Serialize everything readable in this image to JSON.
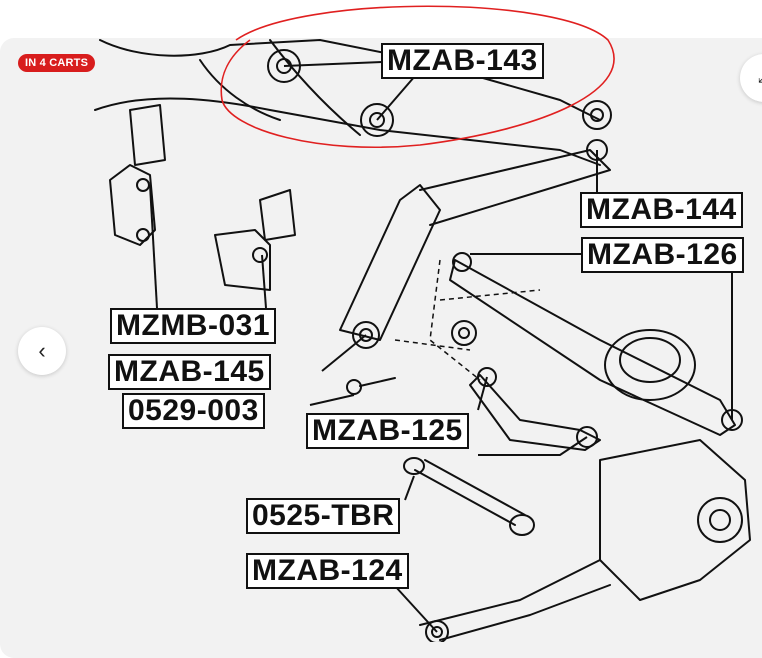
{
  "badge": {
    "text": "IN 4 CARTS"
  },
  "nav": {
    "prev_glyph": "‹",
    "expand_glyph": "⤢"
  },
  "parts": [
    {
      "id": "mzab_143",
      "label": "MZAB-143"
    },
    {
      "id": "mzab_144",
      "label": "MZAB-144"
    },
    {
      "id": "mzab_126",
      "label": "MZAB-126"
    },
    {
      "id": "mzmb_031",
      "label": "MZMB-031"
    },
    {
      "id": "mzab_145",
      "label": "MZAB-145"
    },
    {
      "id": "p0529_003",
      "label": "0529-003"
    },
    {
      "id": "mzab_125",
      "label": "MZAB-125"
    },
    {
      "id": "p0525_tbr",
      "label": "0525-TBR"
    },
    {
      "id": "mzab_124",
      "label": "MZAB-124"
    }
  ],
  "colors": {
    "badge": "#d81d1d",
    "annotation": "#e02020",
    "card": "#f2f2f2"
  }
}
